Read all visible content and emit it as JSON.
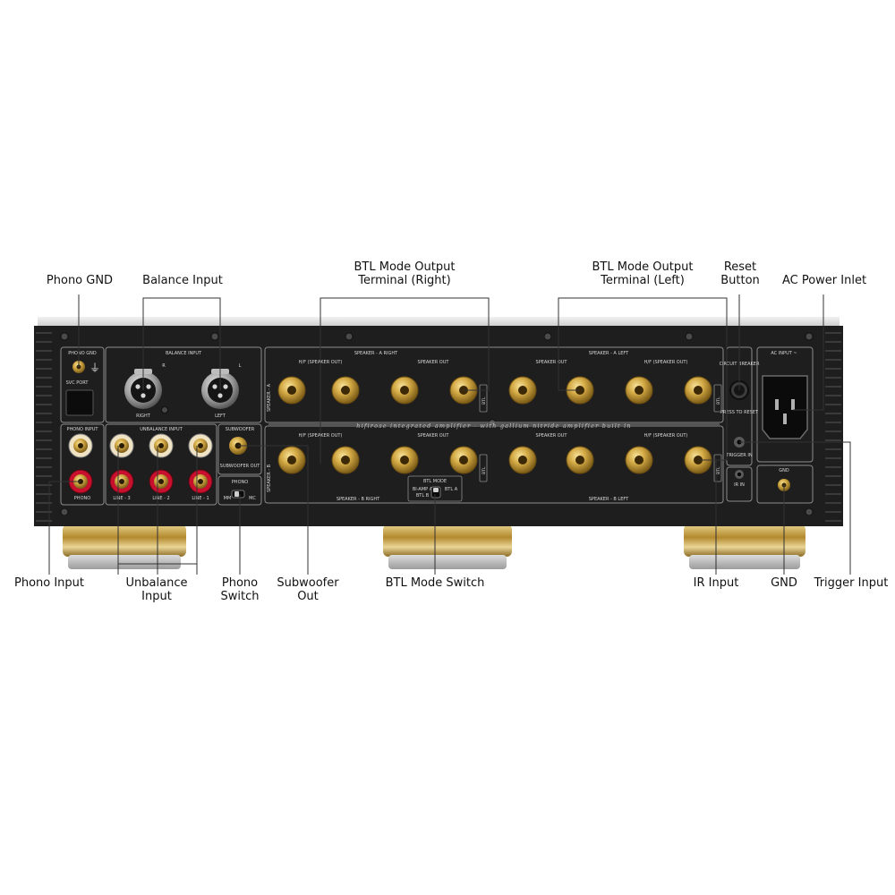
{
  "callouts": {
    "phono_gnd": "Phono GND",
    "balance_input": "Balance Input",
    "btl_right": "BTL Mode Output\nTerminal (Right)",
    "btl_left": "BTL Mode Output\nTerminal (Left)",
    "reset_button": "Reset\nButton",
    "ac_power_inlet": "AC Power Inlet",
    "phono_input": "Phono Input",
    "unbalance_input": "Unbalance\nInput",
    "phono_switch": "Phono\nSwitch",
    "subwoofer_out": "Subwoofer\nOut",
    "btl_mode_switch": "BTL Mode Switch",
    "ir_input": "IR Input",
    "gnd": "GND",
    "trigger_input": "Trigger Input"
  },
  "panel": {
    "phono_gnd": "PHONO GND",
    "svc_port": "SVC PORT",
    "balance_input": "BALANCE INPUT",
    "right": "RIGHT",
    "left": "LEFT",
    "ch_r": "R",
    "ch_l": "L",
    "phono_input": "PHONO INPUT",
    "phono": "PHONO",
    "unbalance_input": "UNBALANCE INPUT",
    "line3": "LINE - 3",
    "line2": "LINE - 2",
    "line1": "LINE - 1",
    "subwoofer": "SUBWOOFER",
    "subwoofer_out": "SUBWOOFER OUT",
    "phono_switch": "PHONO",
    "mm": "MM",
    "mc": "MC",
    "speaker_a_right": "SPEAKER - A  RIGHT",
    "speaker_a_left": "SPEAKER - A  LEFT",
    "speaker_b_right": "SPEAKER - B  RIGHT",
    "speaker_b_left": "SPEAKER - B  LEFT",
    "speaker_a": "SPEAKER - A",
    "speaker_b": "SPEAKER - B",
    "hf_speaker_out": "H/F (SPEAKER OUT)",
    "speaker_out": "SPEAKER OUT",
    "minus": "—",
    "plus": "+",
    "btl": "BTL",
    "tagline": "hifirose integrated amplifier - with gallium nitride amplifier built in",
    "btl_mode": "BTL MODE",
    "bi_amp": "BI-AMP A",
    "btl_b": "BTL B",
    "btl_a": "BTL A",
    "circuit_breaker": "CIRCUIT BREAKER",
    "press_to_reset": "PRESS TO RESET",
    "trigger_in": "TRIGGER IN",
    "ir_in": "IR IN",
    "gnd": "GND",
    "ac_input": "AC INPUT ~"
  },
  "colors": {
    "chassis": "#1e1e1e",
    "gold": "#c9a13e",
    "red": "#c8102e",
    "cream": "#efe3c4"
  }
}
